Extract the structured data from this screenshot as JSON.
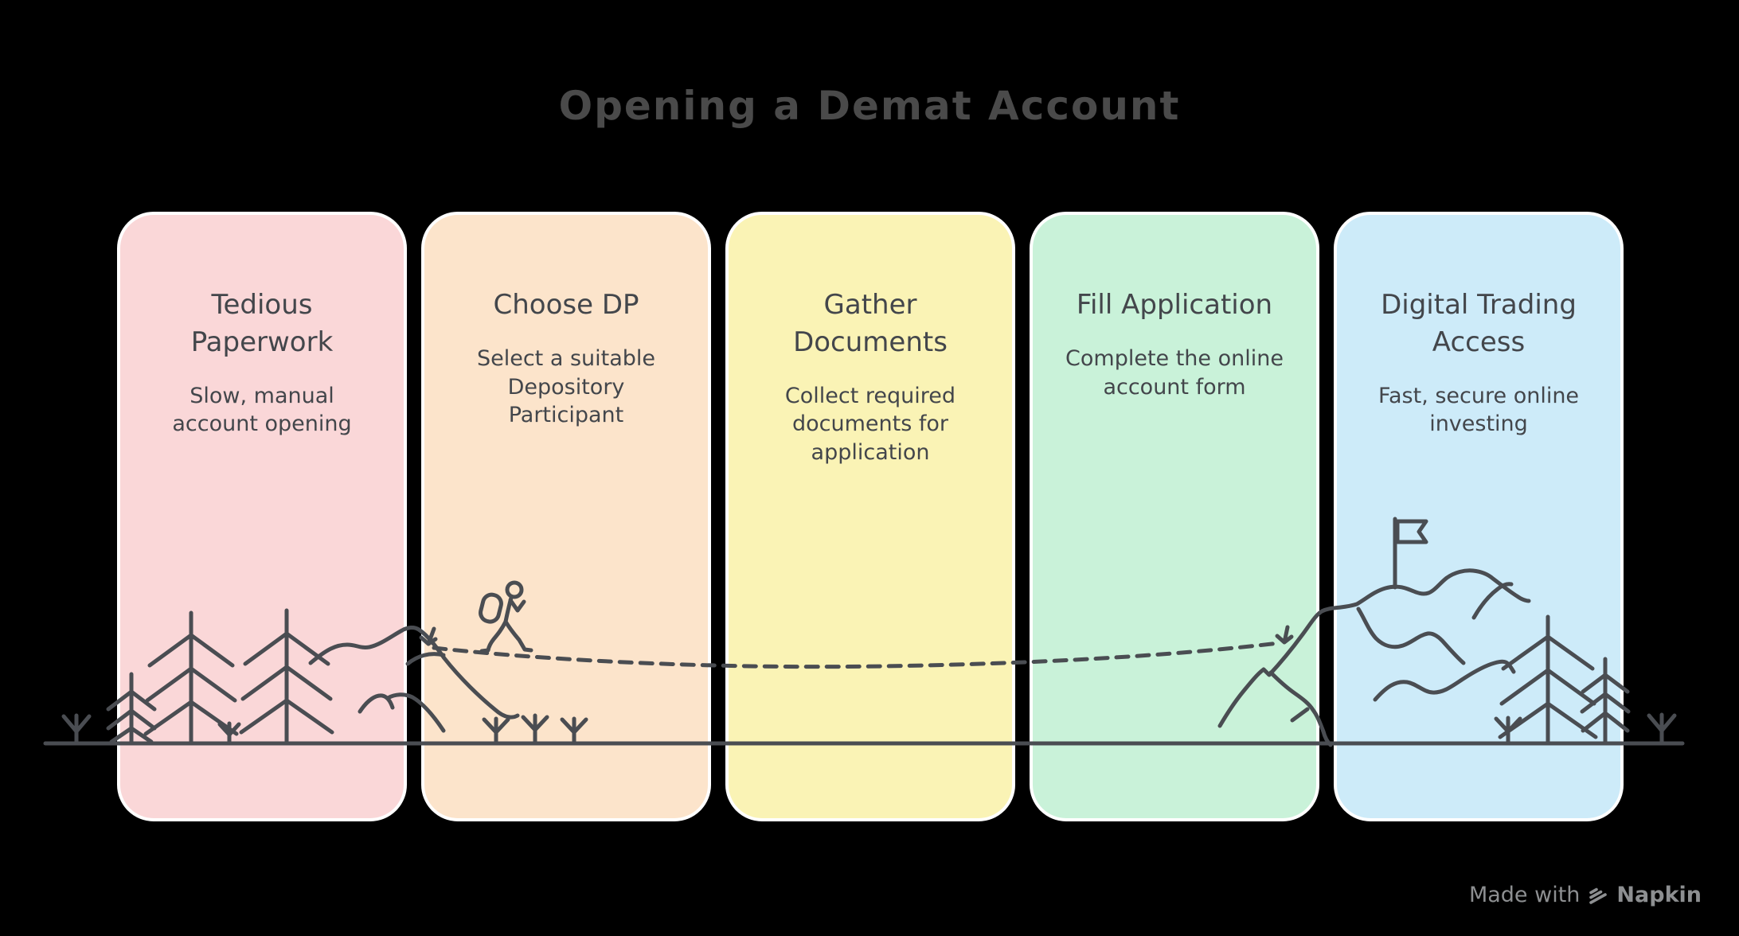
{
  "title": "Opening a Demat Account",
  "cards": [
    {
      "title": "Tedious Paperwork",
      "subtitle": "Slow, manual account opening",
      "bg": "#fad7d8"
    },
    {
      "title": "Choose DP",
      "subtitle": "Select a suitable Depository Participant",
      "bg": "#fce4cb"
    },
    {
      "title": "Gather Documents",
      "subtitle": "Collect required documents for application",
      "bg": "#faf3b5"
    },
    {
      "title": "Fill Application",
      "subtitle": "Complete the online account form",
      "bg": "#c9f2d9"
    },
    {
      "title": "Digital Trading Access",
      "subtitle": "Fast, secure online investing",
      "bg": "#cdebf9"
    }
  ],
  "footer": {
    "made_with": "Made with",
    "brand": "Napkin"
  },
  "colors": {
    "background": "#000000",
    "page_title_text": "#4a4a4a",
    "card_text": "#43464b",
    "card_border": "#ffffff",
    "line_art": "#4a4d52",
    "footer_text": "#8d8f91"
  },
  "illustration": {
    "parts": [
      "pine-trees",
      "shrubs",
      "hills",
      "hiker-with-backpack",
      "dashed-trail",
      "mountain-with-flag",
      "ground-line"
    ]
  }
}
